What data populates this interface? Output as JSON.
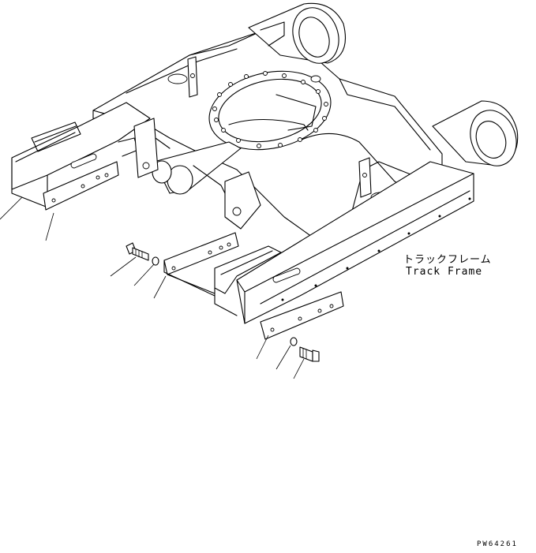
{
  "callout": {
    "jp": "トラックフレーム",
    "en": "Track Frame"
  },
  "drawing_code": "PW64261"
}
